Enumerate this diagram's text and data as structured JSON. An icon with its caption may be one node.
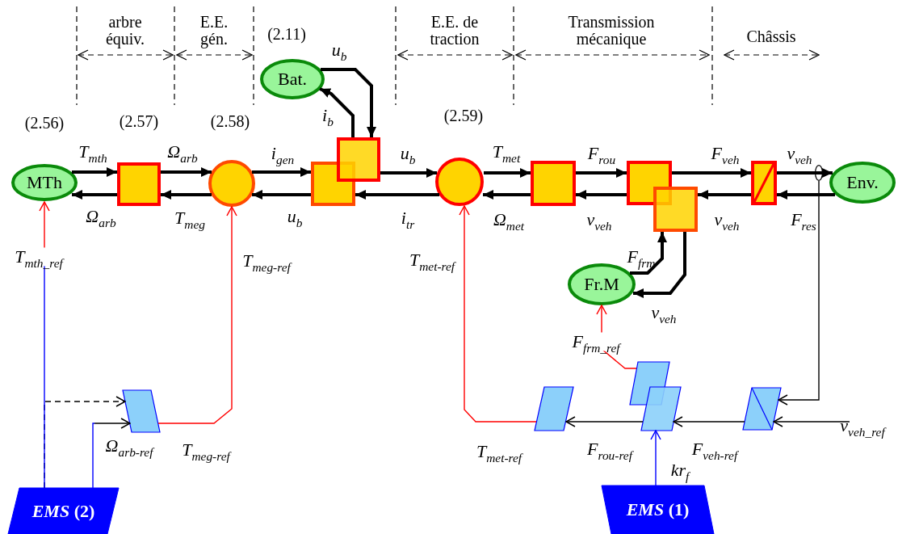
{
  "diagram": {
    "nodes": [
      {
        "text": [
          "MTh"
        ]
      },
      {
        "text": [],
        "shape": "box"
      },
      {
        "text": [],
        "shape": "circle"
      },
      {
        "text": [],
        "shape": "box"
      },
      {
        "text": [],
        "shape": "box"
      },
      {
        "text": [
          "Bat."
        ]
      },
      {
        "text": [],
        "shape": "circle"
      },
      {
        "text": [],
        "shape": "box"
      },
      {
        "text": [],
        "shape": "box"
      },
      {
        "text": [],
        "shape": "box"
      },
      {
        "text": [],
        "shape": "box"
      },
      {
        "text": [
          "Env."
        ]
      },
      {
        "text": [
          "Fr.M"
        ]
      },
      {
        "text": [],
        "shape": "parallelogram"
      },
      {
        "text": [],
        "shape": "parallelogram"
      },
      {
        "text": [],
        "shape": "parallelogram"
      },
      {
        "text": [],
        "shape": "parallelogram"
      },
      {
        "text": [],
        "shape": "parallelogram"
      },
      {
        "text": [
          "*EMS* (2)"
        ]
      },
      {
        "text": [
          "*EMS* (1)"
        ]
      },
      {
        "text": [],
        "shape": "ellipse"
      }
    ],
    "edges": [
      {
        "from": 0,
        "to": 1,
        "arrow": "to",
        "label": "T$_{mth}$"
      },
      {
        "from": 1,
        "to": 0,
        "arrow": "to",
        "label": "Ω$_{arb}$"
      },
      {
        "from": 1,
        "to": 2,
        "arrow": "to",
        "label": "Ω$_{arb}$"
      },
      {
        "from": 2,
        "to": 1,
        "arrow": "to",
        "label": "T$_{meg}$"
      },
      {
        "from": 2,
        "to": 3,
        "arrow": "to",
        "label": "i$_{gen}$"
      },
      {
        "from": 3,
        "to": 2,
        "arrow": "to",
        "label": "u$_{b}$"
      },
      {
        "from": 4,
        "to": 6,
        "arrow": "to",
        "label": "u$_{b}$"
      },
      {
        "from": 6,
        "to": 3,
        "arrow": "to",
        "label": "i$_{tr}$"
      },
      {
        "from": 5,
        "to": 4,
        "arrow": "to",
        "label": "u$_{b}$"
      },
      {
        "from": 4,
        "to": 5,
        "arrow": "to",
        "label": "i$_{b}$"
      },
      {
        "from": 6,
        "to": 7,
        "arrow": "to",
        "label": "T$_{met}$"
      },
      {
        "from": 7,
        "to": 6,
        "arrow": "to",
        "label": "Ω$_{met}$"
      },
      {
        "from": 7,
        "to": 8,
        "arrow": "to",
        "label": "F$_{rou}$"
      },
      {
        "from": 8,
        "to": 7,
        "arrow": "to",
        "label": "v$_{veh}$"
      },
      {
        "from": 8,
        "to": 10,
        "arrow": "to",
        "label": "F$_{veh}$"
      },
      {
        "from": 10,
        "to": 9,
        "arrow": "to",
        "label": "v$_{veh}$"
      },
      {
        "from": 10,
        "to": 11,
        "arrow": "to",
        "label": "v$_{veh}$"
      },
      {
        "from": 11,
        "to": 10,
        "arrow": "to",
        "label": "F$_{res}$"
      },
      {
        "from": 12,
        "to": 9,
        "arrow": "to",
        "label": "F$_{frm}$"
      },
      {
        "from": 9,
        "to": 12,
        "arrow": "to",
        "label": "v$_{veh}$"
      },
      {
        "from": 18,
        "to": 0,
        "arrow": "to",
        "label": "T$_{mth_ref}$",
        "color": "#0000ff"
      },
      {
        "from": 13,
        "to": 2,
        "arrow": "to",
        "label": "T$_{meg-ref}$",
        "color": "#ff0000"
      },
      {
        "from": 18,
        "to": 13,
        "arrow": "to",
        "style": "dashed"
      },
      {
        "from": 18,
        "to": 13,
        "arrow": "to",
        "label": "Ω$_{arb-ref}$",
        "color": "#0000ff"
      },
      {
        "from": 14,
        "to": 6,
        "arrow": "to",
        "label": "T$_{met-ref}$",
        "color": "#ff0000"
      },
      {
        "from": 16,
        "to": 14,
        "arrow": "to",
        "label": "F$_{rou-ref}$"
      },
      {
        "from": 17,
        "to": 16,
        "arrow": "to",
        "label": "F$_{veh-ref}$"
      },
      {
        "from": null,
        "to": 17,
        "arrow": "to",
        "label": "v$_{veh_ref}$"
      },
      {
        "from": 20,
        "to": 17,
        "arrow": "to"
      },
      {
        "from": 19,
        "to": 16,
        "arrow": "to",
        "label": "kr$_{f}$",
        "color": "#0000ff"
      },
      {
        "from": 15,
        "to": 12,
        "arrow": "to",
        "label": "F$_{frm_ref}$",
        "color": "#ff0000"
      }
    ],
    "labels": [
      "arbre équiv.",
      "E.E. gén.",
      "(2.11)",
      "E.E. de traction",
      "Transmission mécanique",
      "Châssis",
      "(2.56)",
      "(2.57)",
      "(2.58)",
      "(2.59)",
      "T$_{meg-ref}$",
      "T$_{met-ref}$"
    ]
  }
}
